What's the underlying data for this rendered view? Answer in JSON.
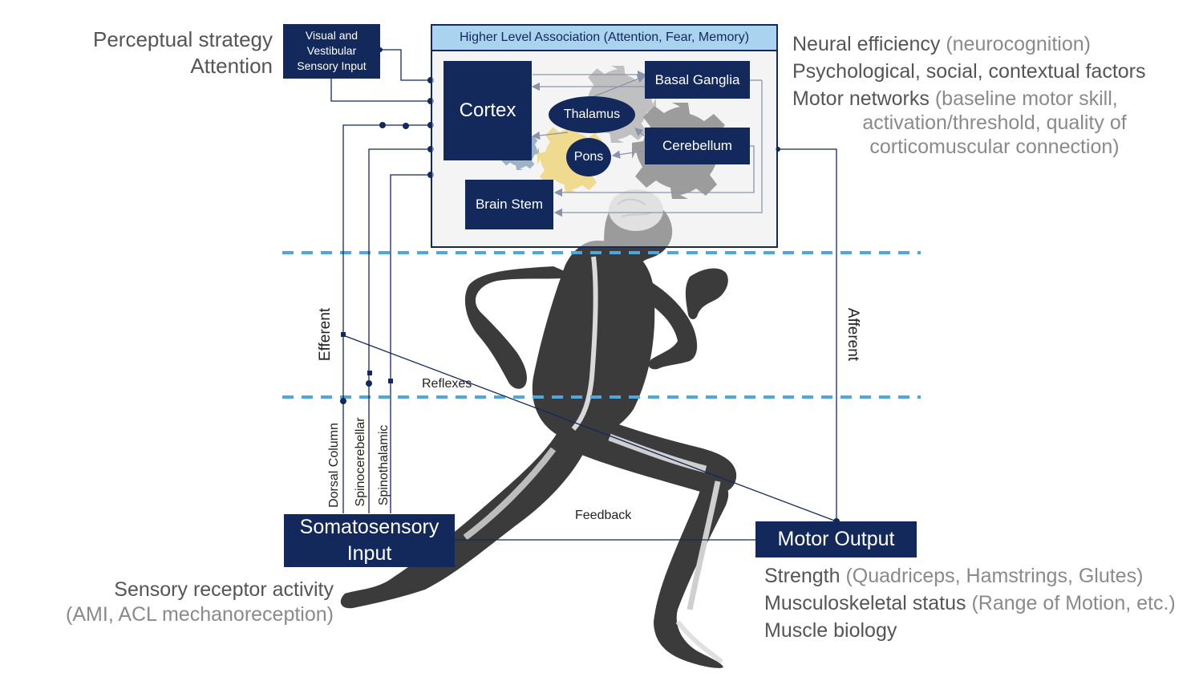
{
  "top_left": {
    "line1": "Perceptual strategy",
    "line2": "Attention"
  },
  "visual_box": {
    "line1": "Visual and",
    "line2": "Vestibular",
    "line3": "Sensory Input"
  },
  "brain_panel": {
    "header": "Higher Level Association (Attention, Fear, Memory)",
    "cortex": "Cortex",
    "basal_ganglia": "Basal Ganglia",
    "thalamus": "Thalamus",
    "cerebellum": "Cerebellum",
    "pons": "Pons",
    "brain_stem": "Brain Stem"
  },
  "top_right": {
    "neural_bold": "Neural efficiency",
    "neural_light": "(neurocognition)",
    "psych": "Psychological, social, contextual factors",
    "motor_bold": "Motor networks",
    "motor_light1": "(baseline motor skill,",
    "motor_light2": "activation/threshold, quality of",
    "motor_light3": "corticomuscular connection)"
  },
  "pathways": {
    "efferent": "Efferent",
    "afferent": "Afferent",
    "reflexes": "Reflexes",
    "dorsal_column": "Dorsal Column",
    "spinocerebellar": "Spinocerebellar",
    "spinothalamic": "Spinothalamic",
    "feedback": "Feedback"
  },
  "somatosensory": {
    "line1": "Somatosensory",
    "line2": "Input"
  },
  "motor_output": "Motor Output",
  "bottom_left": {
    "bold": "Sensory receptor activity",
    "light": "(AMI, ACL mechanoreception)"
  },
  "bottom_right": {
    "strength_bold": "Strength",
    "strength_light": "(Quadriceps, Hamstrings, Glutes)",
    "msk_bold": "Musculoskeletal status",
    "msk_light": "(Range of Motion, etc.)",
    "biology": "Muscle biology"
  },
  "colors": {
    "navy": "#13295c",
    "header_blue": "#a9d3ee",
    "dashed_blue": "#4ea6dc",
    "gear_yellow": "#f3c623",
    "gear_gray": "#8c8c8c",
    "gear_dark": "#3d3d3d",
    "gear_blue": "#3f6f9c",
    "body_gray": "#3b3b3b"
  }
}
